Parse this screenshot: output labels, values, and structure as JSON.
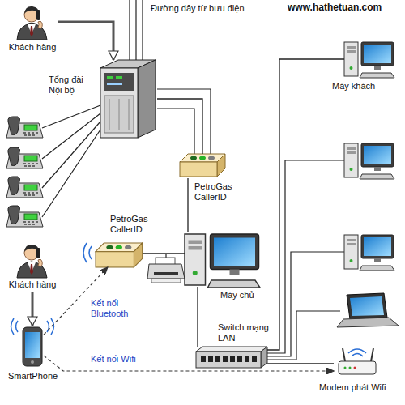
{
  "diagram": {
    "nodes": [
      {
        "text": [
          "Khách hàng"
        ]
      },
      {
        "text": [
          "Tổng đài Nội bộ"
        ]
      },
      {
        "text": [
          "PetroGas CallerID"
        ]
      },
      {
        "text": [
          "PetroGas CallerID"
        ]
      },
      {
        "text": [
          "Máy chủ"
        ]
      },
      {
        "text": [
          "Máy khách"
        ]
      },
      {
        "text": [
          "Khách hàng"
        ]
      },
      {
        "text": [
          "SmartPhone"
        ]
      },
      {
        "text": [
          "Switch mạng LAN"
        ]
      },
      {
        "text": [
          "Modem phát Wifi"
        ]
      }
    ],
    "edges": [
      {
        "from": 0,
        "to": 1,
        "arrow": "to"
      },
      {
        "from": 1,
        "to": 2,
        "arrow": "none"
      },
      {
        "from": 2,
        "to": 4,
        "arrow": "none"
      },
      {
        "from": 3,
        "to": 4,
        "arrow": "none"
      },
      {
        "from": 7,
        "to": 3,
        "label": "Kết nối Bluetooth",
        "arrow": "to"
      },
      {
        "from": 7,
        "to": 9,
        "label": "Kết nối Wifi",
        "arrow": "to"
      },
      {
        "from": 6,
        "to": 7,
        "arrow": "to"
      },
      {
        "from": 4,
        "to": 8,
        "arrow": "none"
      },
      {
        "from": 8,
        "to": 5,
        "arrow": "none"
      },
      {
        "from": 8,
        "to": 9,
        "arrow": "none"
      }
    ],
    "labels": [
      "Đường dây từ bưu điện",
      "www.hathetuan.com"
    ]
  }
}
